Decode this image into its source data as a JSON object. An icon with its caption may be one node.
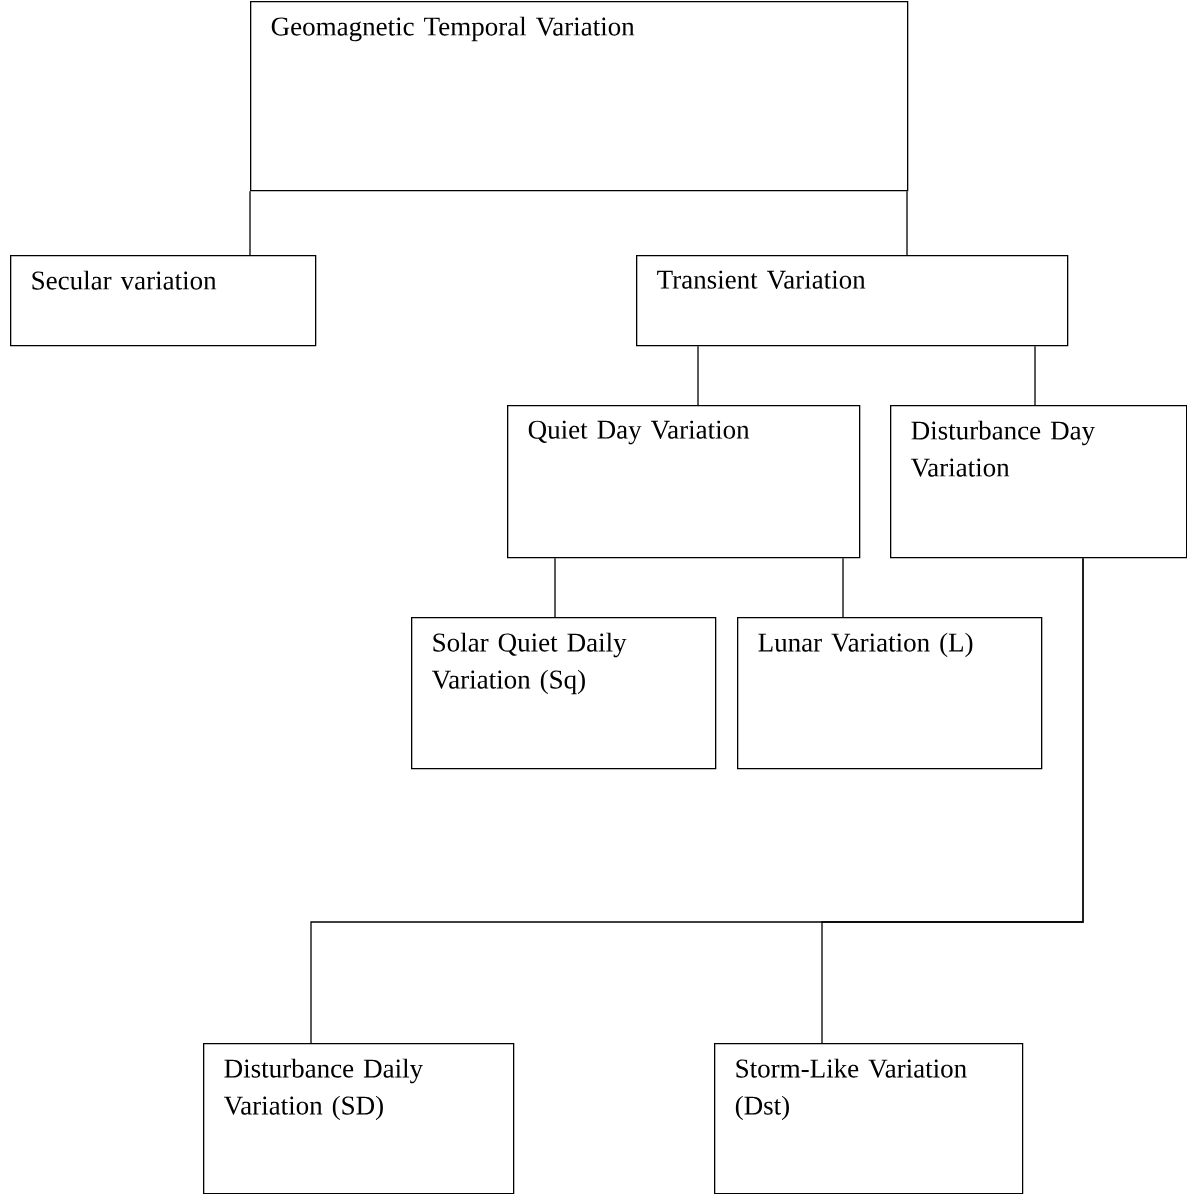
{
  "diagram": {
    "nodes": [
      {
        "text": [
          "Geomagnetic Temporal Variation"
        ]
      },
      {
        "text": [
          "Secular variation"
        ]
      },
      {
        "text": [
          "Transient Variation"
        ]
      },
      {
        "text": [
          "Quiet Day Variation"
        ]
      },
      {
        "text": [
          "Disturbance Day Variation"
        ]
      },
      {
        "text": [
          "Solar Quiet Daily Variation (Sq)"
        ]
      },
      {
        "text": [
          "Lunar Variation (L)"
        ]
      },
      {
        "text": [
          "Disturbance Daily Variation (SD)"
        ]
      },
      {
        "text": [
          "Storm-Like Variation (Dst)"
        ]
      }
    ],
    "edges": [
      {
        "from": 0,
        "to": 1,
        "arrow": "none"
      },
      {
        "from": 0,
        "to": 2,
        "arrow": "none"
      },
      {
        "from": 2,
        "to": 3,
        "arrow": "none"
      },
      {
        "from": 2,
        "to": 4,
        "arrow": "none"
      },
      {
        "from": 3,
        "to": 5,
        "arrow": "none"
      },
      {
        "from": 3,
        "to": 6,
        "arrow": "none"
      },
      {
        "from": 4,
        "to": 7,
        "arrow": "none"
      },
      {
        "from": 4,
        "to": 8,
        "arrow": "none"
      }
    ]
  }
}
